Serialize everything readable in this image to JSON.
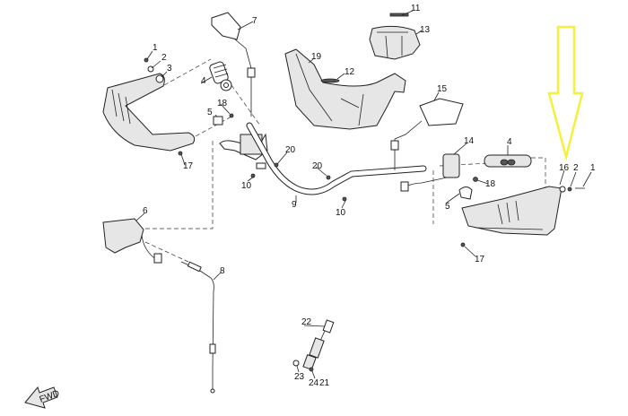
{
  "diagram": {
    "labels": [
      "1",
      "2",
      "3",
      "4",
      "5",
      "18",
      "17",
      "7",
      "20",
      "10",
      "9",
      "11",
      "13",
      "19",
      "12",
      "15",
      "14",
      "4",
      "20",
      "10",
      "18",
      "5",
      "16",
      "2",
      "1",
      "17",
      "6",
      "8",
      "22",
      "23",
      "24",
      "21"
    ],
    "fwd_label": "FWD",
    "highlight_arrow_color": "#f5f03a"
  }
}
